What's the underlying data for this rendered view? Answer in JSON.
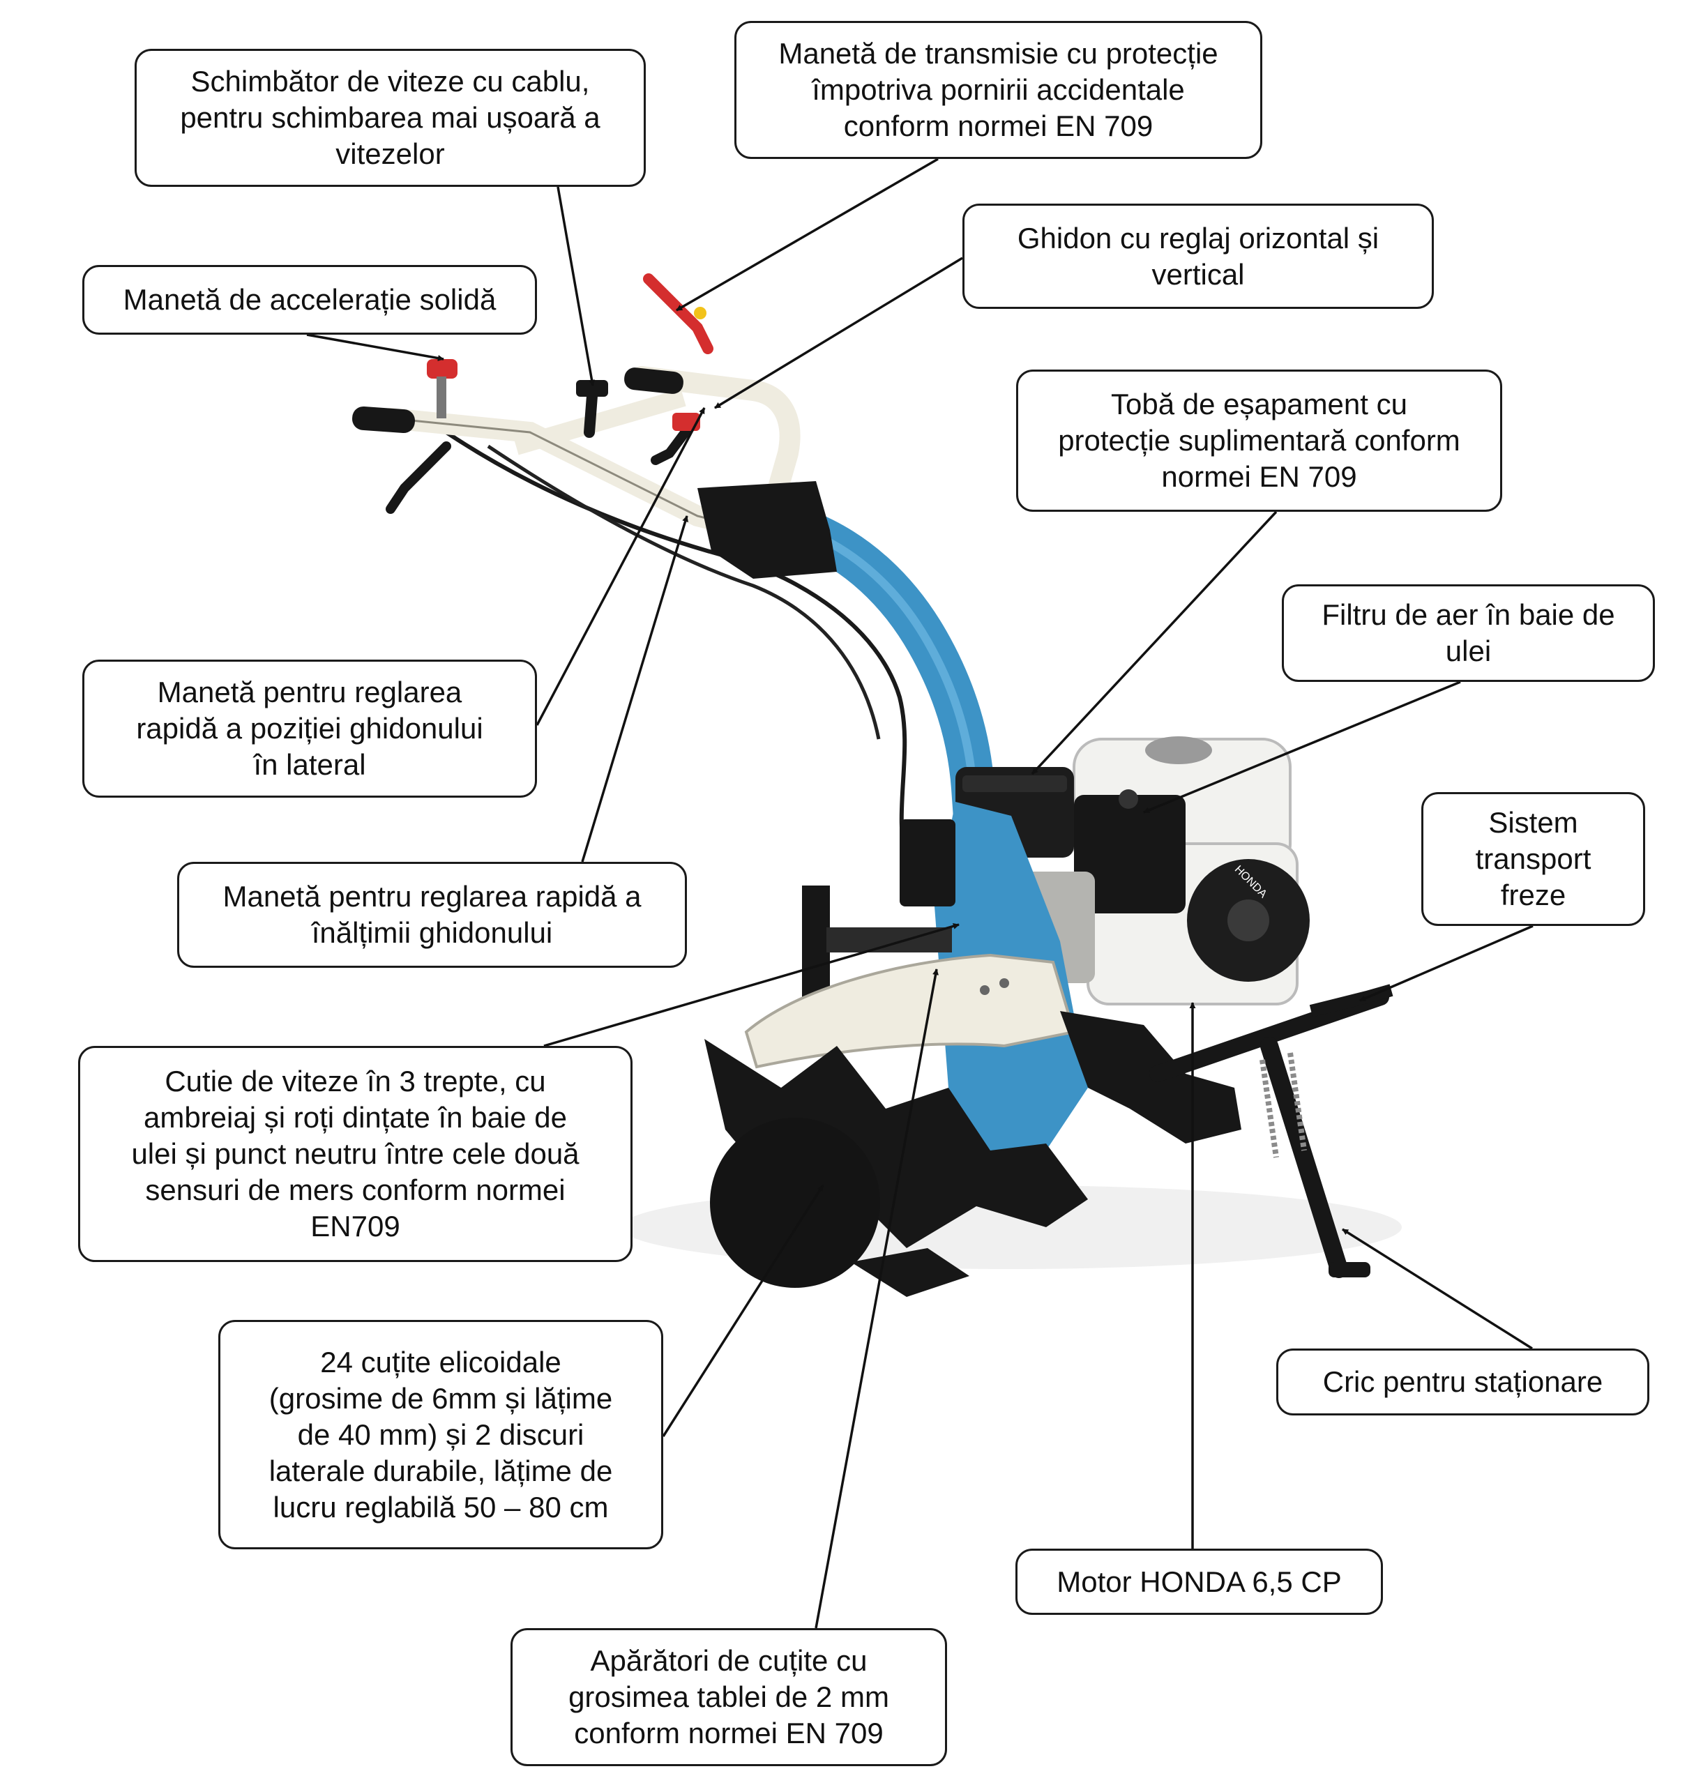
{
  "callouts": [
    {
      "id": "c1",
      "lines": [
        "Schimbător de viteze cu cablu,",
        "pentru schimbarea mai ușoară a",
        "vitezelor"
      ]
    },
    {
      "id": "c2",
      "lines": [
        "Manetă de transmisie cu protecție",
        "împotriva pornirii accidentale",
        "conform normei EN 709"
      ]
    },
    {
      "id": "c3",
      "lines": [
        "Ghidon cu reglaj orizontal și",
        "vertical"
      ]
    },
    {
      "id": "c4",
      "lines": [
        "Manetă de accelerație solidă"
      ]
    },
    {
      "id": "c5",
      "lines": [
        "Tobă de eșapament cu",
        "protecție suplimentară conform",
        "normei EN 709"
      ]
    },
    {
      "id": "c6",
      "lines": [
        "Filtru de aer în baie de",
        "ulei"
      ]
    },
    {
      "id": "c7",
      "lines": [
        "Manetă pentru reglarea",
        "rapidă a poziției ghidonului",
        "în lateral"
      ]
    },
    {
      "id": "c8",
      "lines": [
        "Sistem",
        "transport",
        "freze"
      ]
    },
    {
      "id": "c9",
      "lines": [
        "Manetă pentru reglarea rapidă a",
        "înălțimii ghidonului"
      ]
    },
    {
      "id": "c10",
      "lines": [
        "Cutie de viteze în 3 trepte, cu",
        "ambreiaj și roți dințate în baie de",
        "ulei și punct neutru între cele două",
        "sensuri de mers conform normei",
        "EN709"
      ]
    },
    {
      "id": "c11",
      "lines": [
        "24 cuțite elicoidale",
        "(grosime de 6mm și lățime",
        "de 40 mm) și 2 discuri",
        "laterale durabile, lățime de",
        "lucru reglabilă 50 – 80 cm"
      ]
    },
    {
      "id": "c12",
      "lines": [
        "Cric pentru staționare"
      ]
    },
    {
      "id": "c13",
      "lines": [
        "Motor HONDA 6,5 CP"
      ]
    },
    {
      "id": "c14",
      "lines": [
        "Apărători de cuțite cu",
        "grosimea tablei de 2 mm",
        "conform normei EN 709"
      ]
    }
  ],
  "engine_brand_label": "HONDA",
  "colors": {
    "frame_blue": "#3d93c6",
    "frame_cream": "#efece0",
    "accent_red": "#d42e2e",
    "parts_black": "#171717",
    "engine_white": "#f2f2ef",
    "leader_line": "#111111"
  }
}
